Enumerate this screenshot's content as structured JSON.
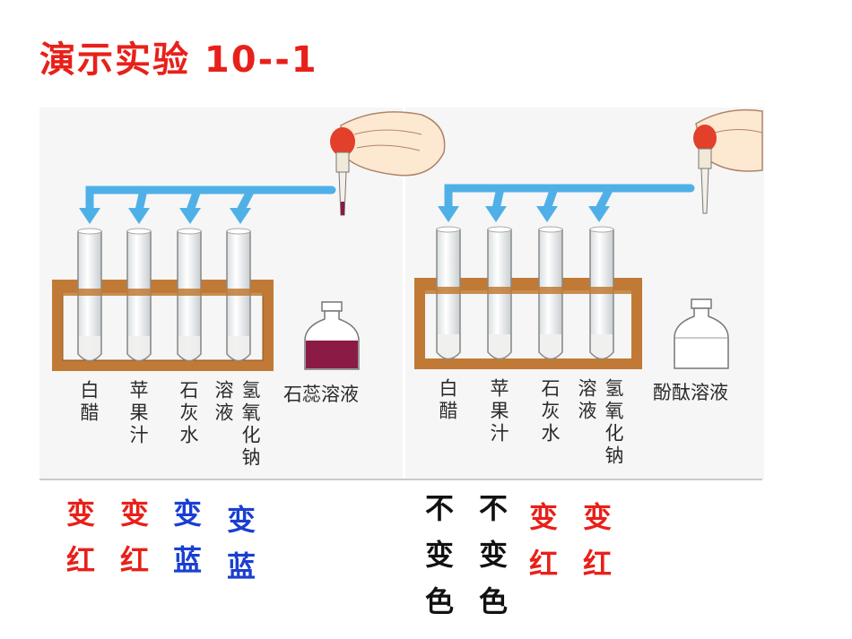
{
  "title": "演示实验 10--1",
  "left": {
    "tube_labels": [
      "白醋",
      "苹果汁",
      "石灰水",
      "溶液",
      "氢氧化钠"
    ],
    "indicator_label": "石蕊溶液",
    "results": [
      "变红",
      "变红",
      "变蓝",
      "变蓝"
    ]
  },
  "right": {
    "tube_labels": [
      "白醋",
      "苹果汁",
      "石灰水",
      "溶液",
      "氢氧化钠"
    ],
    "indicator_label": "酚酞溶液",
    "results": [
      "不变色",
      "不变色",
      "变红",
      "变红"
    ]
  },
  "colors": {
    "title": "#e8201a",
    "red": "#e8201a",
    "blue": "#1a3fd0",
    "black": "#111111",
    "rack": "#c07a35",
    "arrow": "#4fb0e8",
    "litmus": "#8b1a45"
  },
  "icons": [
    "hand-icon",
    "dropper-icon",
    "arrow-icon",
    "test-tube-icon",
    "bottle-icon",
    "rack-icon"
  ]
}
